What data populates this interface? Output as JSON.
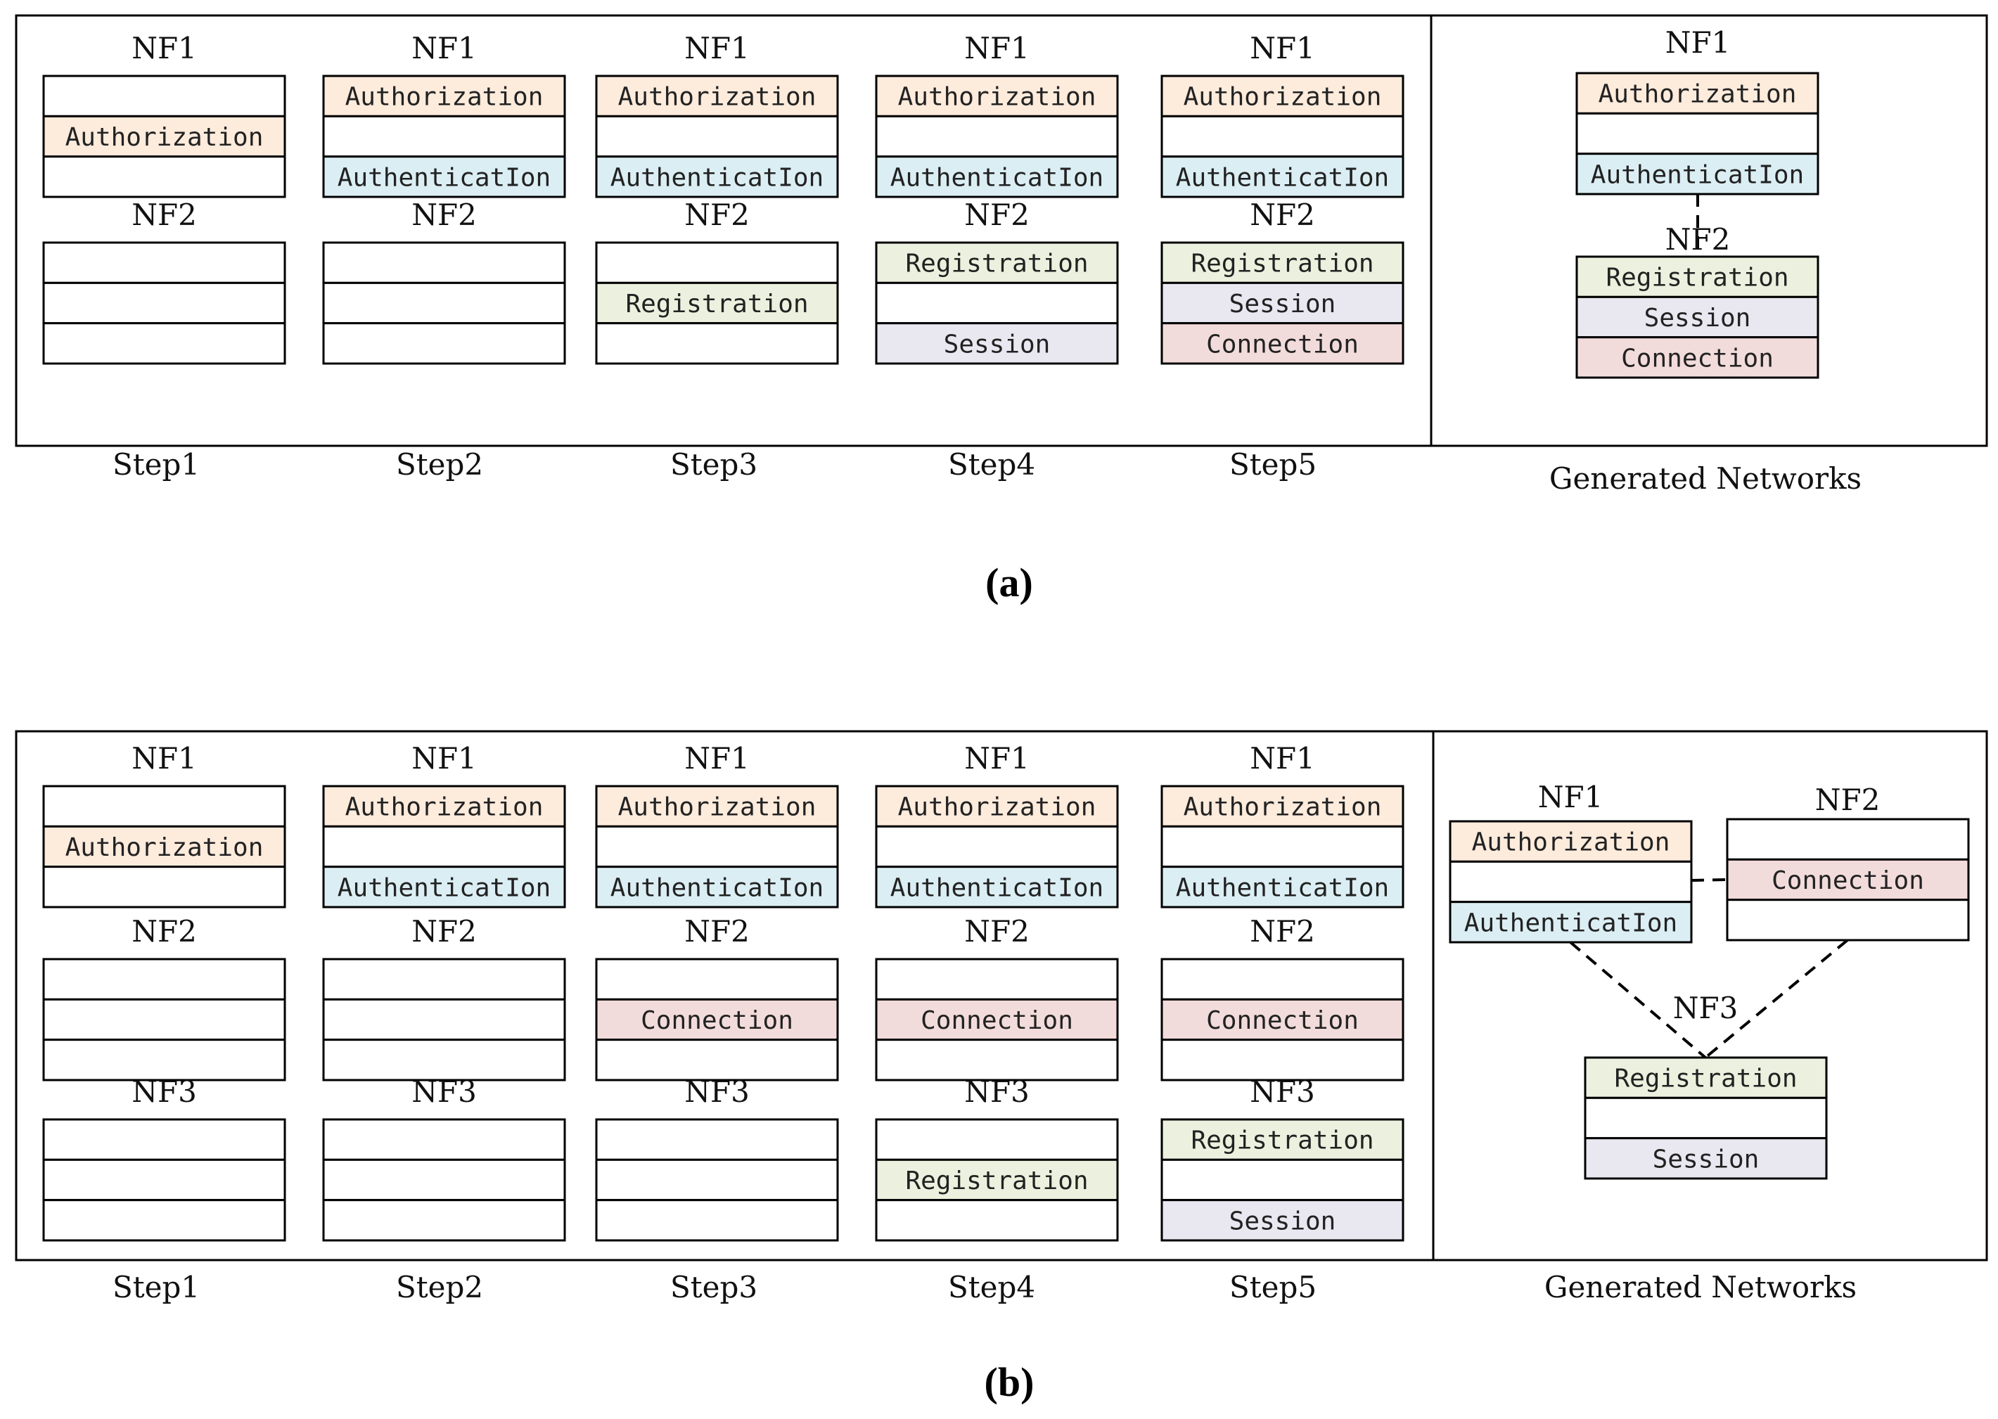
{
  "colors": {
    "Authorization": "#fdebdc",
    "Authentication": "#dbeef3",
    "Registration": "#ebf1de",
    "Session": "#e9e7f0",
    "Connection": "#f2dcdb",
    "empty": "#ffffff",
    "stroke": "#000000"
  },
  "panels": [
    {
      "label": "(a)",
      "steps": [
        {
          "label": "Step1",
          "nfs": [
            {
              "name": "NF1",
              "segments": [
                null,
                "Authorization",
                null
              ]
            },
            {
              "name": "NF2",
              "segments": [
                null,
                null,
                null
              ]
            }
          ]
        },
        {
          "label": "Step2",
          "nfs": [
            {
              "name": "NF1",
              "segments": [
                "Authorization",
                null,
                "AuthenticatIon"
              ]
            },
            {
              "name": "NF2",
              "segments": [
                null,
                null,
                null
              ]
            }
          ]
        },
        {
          "label": "Step3",
          "nfs": [
            {
              "name": "NF1",
              "segments": [
                "Authorization",
                null,
                "AuthenticatIon"
              ]
            },
            {
              "name": "NF2",
              "segments": [
                null,
                "Registration",
                null
              ]
            }
          ]
        },
        {
          "label": "Step4",
          "nfs": [
            {
              "name": "NF1",
              "segments": [
                "Authorization",
                null,
                "AuthenticatIon"
              ]
            },
            {
              "name": "NF2",
              "segments": [
                "Registration",
                null,
                "Session"
              ]
            }
          ]
        },
        {
          "label": "Step5",
          "nfs": [
            {
              "name": "NF1",
              "segments": [
                "Authorization",
                null,
                "AuthenticatIon"
              ]
            },
            {
              "name": "NF2",
              "segments": [
                "Registration",
                "Session",
                "Connection"
              ]
            }
          ]
        }
      ],
      "generated": {
        "label": "Generated Networks",
        "nfs": [
          {
            "name": "NF1",
            "segments": [
              "Authorization",
              null,
              "AuthenticatIon"
            ]
          },
          {
            "name": "NF2",
            "segments": [
              "Registration",
              "Session",
              "Connection"
            ]
          }
        ]
      }
    },
    {
      "label": "(b)",
      "steps": [
        {
          "label": "Step1",
          "nfs": [
            {
              "name": "NF1",
              "segments": [
                null,
                "Authorization",
                null
              ]
            },
            {
              "name": "NF2",
              "segments": [
                null,
                null,
                null
              ]
            },
            {
              "name": "NF3",
              "segments": [
                null,
                null,
                null
              ]
            }
          ]
        },
        {
          "label": "Step2",
          "nfs": [
            {
              "name": "NF1",
              "segments": [
                "Authorization",
                null,
                "AuthenticatIon"
              ]
            },
            {
              "name": "NF2",
              "segments": [
                null,
                null,
                null
              ]
            },
            {
              "name": "NF3",
              "segments": [
                null,
                null,
                null
              ]
            }
          ]
        },
        {
          "label": "Step3",
          "nfs": [
            {
              "name": "NF1",
              "segments": [
                "Authorization",
                null,
                "AuthenticatIon"
              ]
            },
            {
              "name": "NF2",
              "segments": [
                null,
                "Connection",
                null
              ]
            },
            {
              "name": "NF3",
              "segments": [
                null,
                null,
                null
              ]
            }
          ]
        },
        {
          "label": "Step4",
          "nfs": [
            {
              "name": "NF1",
              "segments": [
                "Authorization",
                null,
                "AuthenticatIon"
              ]
            },
            {
              "name": "NF2",
              "segments": [
                null,
                "Connection",
                null
              ]
            },
            {
              "name": "NF3",
              "segments": [
                null,
                "Registration",
                null
              ]
            }
          ]
        },
        {
          "label": "Step5",
          "nfs": [
            {
              "name": "NF1",
              "segments": [
                "Authorization",
                null,
                "AuthenticatIon"
              ]
            },
            {
              "name": "NF2",
              "segments": [
                null,
                "Connection",
                null
              ]
            },
            {
              "name": "NF3",
              "segments": [
                "Registration",
                null,
                "Session"
              ]
            }
          ]
        }
      ],
      "generated": {
        "label": "Generated Networks",
        "nfs": [
          {
            "name": "NF1",
            "segments": [
              "Authorization",
              null,
              "AuthenticatIon"
            ]
          },
          {
            "name": "NF2",
            "segments": [
              null,
              "Connection",
              null
            ]
          },
          {
            "name": "NF3",
            "segments": [
              "Registration",
              null,
              "Session"
            ]
          }
        ]
      }
    }
  ]
}
